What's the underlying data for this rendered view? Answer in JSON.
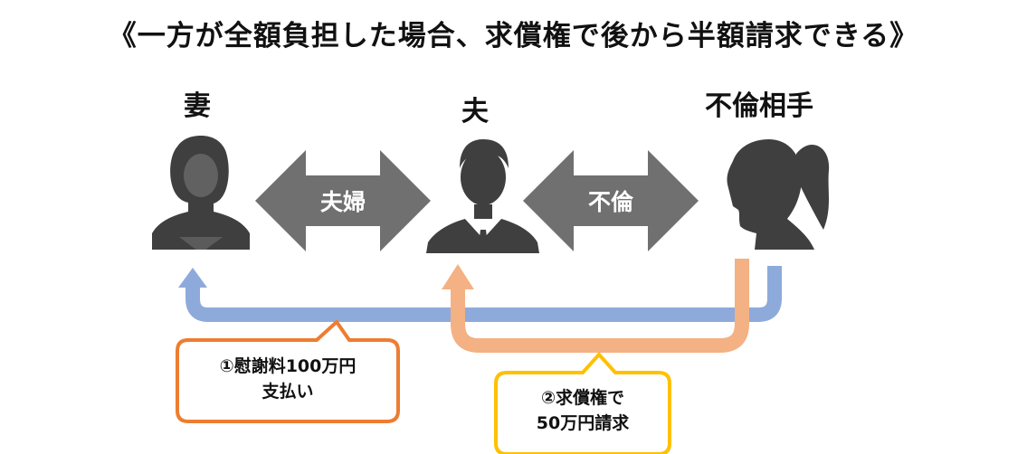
{
  "title": "《一方が全額負担した場合、求償権で後から半額請求できる》",
  "persons": {
    "wife": {
      "label": "妻",
      "icon": "woman-silhouette-icon"
    },
    "husband": {
      "label": "夫",
      "icon": "man-in-suit-silhouette-icon"
    },
    "partner": {
      "label": "不倫相手",
      "icon": "woman-ponytail-silhouette-icon"
    }
  },
  "relations": {
    "marriage": {
      "label": "夫婦"
    },
    "affair": {
      "label": "不倫"
    }
  },
  "flows": {
    "payment": {
      "line1": "①慰謝料100万円",
      "line2": "支払い",
      "color": "#8eaadb",
      "border": "#ed7d31"
    },
    "claim": {
      "line1": "②求償権で",
      "line2": "50万円請求",
      "color": "#f4b183",
      "border": "#ffc000"
    }
  },
  "colors": {
    "silhouette": "#3f3f3f",
    "double_arrow": "#707070"
  }
}
